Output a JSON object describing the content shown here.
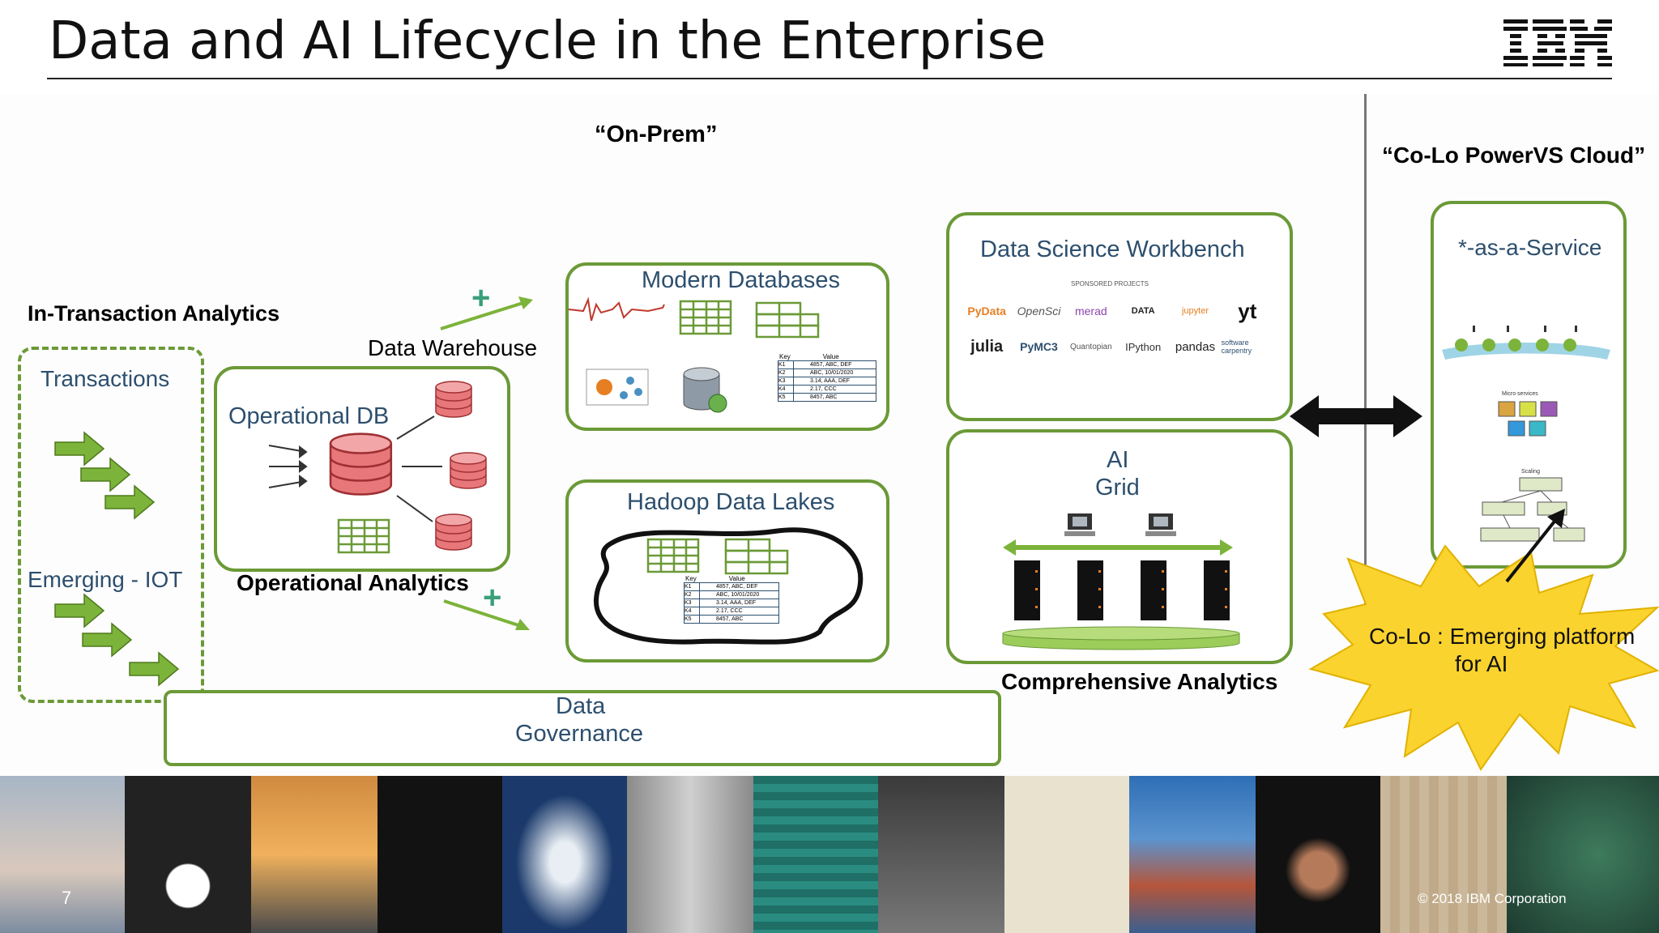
{
  "slide": {
    "title": "Data and AI Lifecycle in the Enterprise",
    "logo_text": "IBM",
    "page_number": "7",
    "copyright": "© 2018 IBM Corporation"
  },
  "diagram": {
    "onprem_label": "“On-Prem”",
    "colo_label": "“Co-Lo PowerVS Cloud”",
    "in_transaction": "In-Transaction Analytics",
    "transactions": "Transactions",
    "emerging_iot": "Emerging - IOT",
    "operational_db": "Operational DB",
    "operational_analytics": "Operational Analytics",
    "data_warehouse": "Data Warehouse",
    "modern_db": "Modern Databases",
    "hadoop": "Hadoop Data Lakes",
    "dsw": "Data Science Workbench",
    "sponsored": "SPONSORED PROJECTS",
    "ai_grid_1": "AI",
    "ai_grid_2": "Grid",
    "comprehensive": "Comprehensive Analytics",
    "aas": "*-as-a-Service",
    "micro_services": "Micro services",
    "scaling": "Scaling",
    "governance_1": "Data",
    "governance_2": "Governance",
    "colo_note_1": "Co-Lo : Emerging platform",
    "colo_note_2": "for AI",
    "plus": "+",
    "table": {
      "headers": [
        "Key",
        "Value"
      ],
      "rows": [
        [
          "K1",
          "4857, ABC, DEF"
        ],
        [
          "K2",
          "ABC, 10/01/2020"
        ],
        [
          "K3",
          "3.14, AAA, DEF"
        ],
        [
          "K4",
          "2.17, CCC"
        ],
        [
          "K5",
          "8457, ABC"
        ]
      ]
    },
    "dsw_logos": [
      "PyData",
      "OpenSci",
      "merad",
      "DATA",
      "jupyter",
      "yt",
      "julia",
      "PyMC3",
      "Quantopian",
      "IPython",
      "pandas",
      "software carpentry"
    ]
  },
  "colors": {
    "accent_green": "#6b9a37",
    "arrow_green": "#7cb33a",
    "label_blue": "#2d4f6e",
    "db_red": "#e8777a",
    "starburst": "#fbd32e"
  }
}
